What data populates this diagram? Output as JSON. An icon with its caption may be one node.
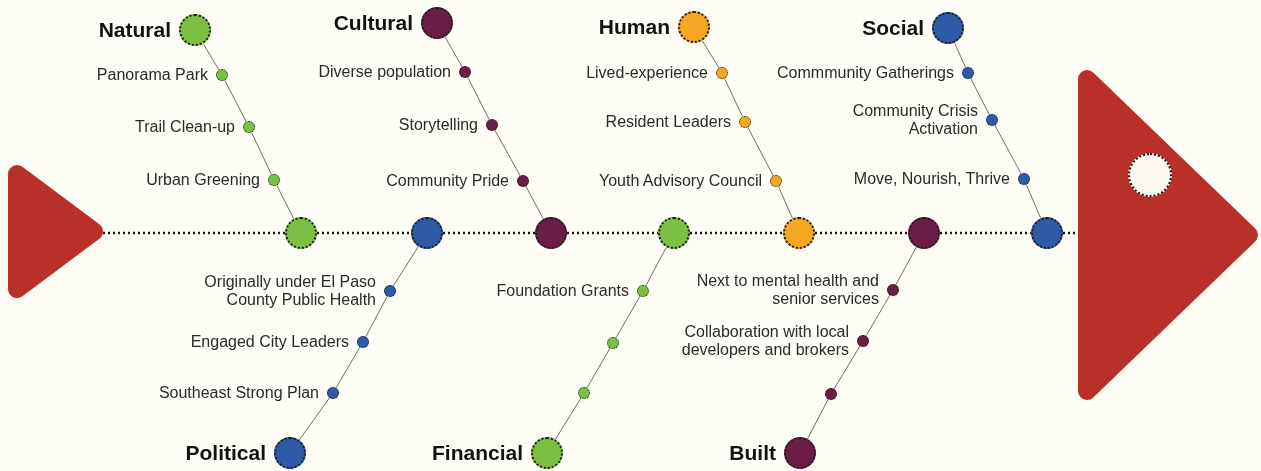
{
  "diagram": {
    "nodes": [
      {
        "text": [],
        "shape": "triangle"
      },
      {
        "text": [
          "Natural"
        ]
      },
      {
        "text": [
          "Panorama Park"
        ]
      },
      {
        "text": [
          "Trail Clean-up"
        ]
      },
      {
        "text": [
          "Urban Greening"
        ]
      },
      {
        "text": [],
        "shape": "circle"
      },
      {
        "text": [],
        "shape": "circle"
      },
      {
        "text": [
          "Originally under El Paso County Public Health"
        ]
      },
      {
        "text": [
          "Engaged City Leaders"
        ]
      },
      {
        "text": [
          "Southeast Strong Plan"
        ]
      },
      {
        "text": [
          "Political"
        ]
      },
      {
        "text": [
          "Cultural"
        ]
      },
      {
        "text": [
          "Diverse population"
        ]
      },
      {
        "text": [
          "Storytelling"
        ]
      },
      {
        "text": [
          "Community Pride"
        ]
      },
      {
        "text": [],
        "shape": "circle"
      },
      {
        "text": [],
        "shape": "circle"
      },
      {
        "text": [
          "Foundation Grants"
        ]
      },
      {
        "text": [],
        "shape": "circle"
      },
      {
        "text": [],
        "shape": "circle"
      },
      {
        "text": [
          "Financial"
        ]
      },
      {
        "text": [
          "Human"
        ]
      },
      {
        "text": [
          "Lived-experience"
        ]
      },
      {
        "text": [
          "Resident Leaders"
        ]
      },
      {
        "text": [
          "Youth Advisory Council"
        ]
      },
      {
        "text": [],
        "shape": "circle"
      },
      {
        "text": [],
        "shape": "circle"
      },
      {
        "text": [
          "Next to mental health and senior services"
        ]
      },
      {
        "text": [
          "Collaboration with local developers and brokers"
        ]
      },
      {
        "text": [],
        "shape": "circle"
      },
      {
        "text": [
          "Built"
        ]
      },
      {
        "text": [
          "Social"
        ]
      },
      {
        "text": [
          "Commmunity Gatherings"
        ]
      },
      {
        "text": [
          "Community Crisis Activation"
        ]
      },
      {
        "text": [
          "Move, Nourish, Thrive"
        ]
      },
      {
        "text": [],
        "shape": "circle"
      },
      {
        "text": [],
        "shape": "triangle"
      },
      {
        "text": [],
        "shape": "circle",
        "in": 36
      }
    ],
    "edges": [
      {
        "from": 0,
        "to": 5,
        "arrow": "none",
        "style": "dashed",
        "color": "#111111"
      },
      {
        "from": 5,
        "to": 6,
        "arrow": "none",
        "style": "dashed",
        "color": "#111111"
      },
      {
        "from": 6,
        "to": 15,
        "arrow": "none",
        "style": "dashed",
        "color": "#111111"
      },
      {
        "from": 15,
        "to": 16,
        "arrow": "none",
        "style": "dashed",
        "color": "#111111"
      },
      {
        "from": 16,
        "to": 25,
        "arrow": "none",
        "style": "dashed",
        "color": "#111111"
      },
      {
        "from": 25,
        "to": 26,
        "arrow": "none",
        "style": "dashed",
        "color": "#111111"
      },
      {
        "from": 26,
        "to": 35,
        "arrow": "none",
        "style": "dashed",
        "color": "#111111"
      },
      {
        "from": 35,
        "to": 36,
        "arrow": "none",
        "style": "dashed",
        "color": "#111111"
      },
      {
        "from": 1,
        "to": 2,
        "arrow": "none"
      },
      {
        "from": 2,
        "to": 3,
        "arrow": "none"
      },
      {
        "from": 3,
        "to": 4,
        "arrow": "none"
      },
      {
        "from": 4,
        "to": 5,
        "arrow": "none"
      },
      {
        "from": 6,
        "to": 7,
        "arrow": "none"
      },
      {
        "from": 7,
        "to": 8,
        "arrow": "none"
      },
      {
        "from": 8,
        "to": 9,
        "arrow": "none"
      },
      {
        "from": 9,
        "to": 10,
        "arrow": "none"
      },
      {
        "from": 11,
        "to": 12,
        "arrow": "none"
      },
      {
        "from": 12,
        "to": 13,
        "arrow": "none"
      },
      {
        "from": 13,
        "to": 14,
        "arrow": "none"
      },
      {
        "from": 14,
        "to": 15,
        "arrow": "none"
      },
      {
        "from": 16,
        "to": 17,
        "arrow": "none"
      },
      {
        "from": 17,
        "to": 18,
        "arrow": "none"
      },
      {
        "from": 18,
        "to": 19,
        "arrow": "none"
      },
      {
        "from": 19,
        "to": 20,
        "arrow": "none"
      },
      {
        "from": 21,
        "to": 22,
        "arrow": "none"
      },
      {
        "from": 22,
        "to": 23,
        "arrow": "none"
      },
      {
        "from": 23,
        "to": 24,
        "arrow": "none"
      },
      {
        "from": 24,
        "to": 25,
        "arrow": "none"
      },
      {
        "from": 26,
        "to": 27,
        "arrow": "none"
      },
      {
        "from": 27,
        "to": 28,
        "arrow": "none"
      },
      {
        "from": 28,
        "to": 29,
        "arrow": "none"
      },
      {
        "from": 29,
        "to": 30,
        "arrow": "none"
      },
      {
        "from": 31,
        "to": 32,
        "arrow": "none"
      },
      {
        "from": 32,
        "to": 33,
        "arrow": "none"
      },
      {
        "from": 33,
        "to": 34,
        "arrow": "none"
      },
      {
        "from": 34,
        "to": 35,
        "arrow": "none"
      }
    ]
  }
}
